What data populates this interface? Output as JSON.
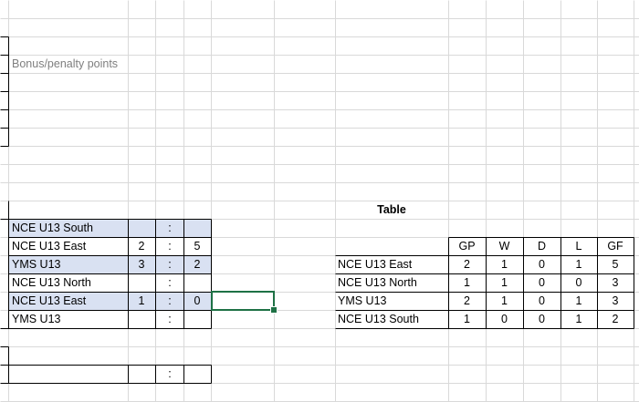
{
  "sheet": {
    "bonus_label": "Bonus/penalty points",
    "colon": ":",
    "schedule": [
      {
        "home": "NCE U13 South",
        "hg": "",
        "ag": "",
        "highlight": true
      },
      {
        "home": "NCE U13 East",
        "hg": "2",
        "ag": "5",
        "highlight": false
      },
      {
        "home": "YMS U13",
        "hg": "3",
        "ag": "2",
        "highlight": true
      },
      {
        "home": "NCE U13 North",
        "hg": "",
        "ag": "",
        "highlight": false
      },
      {
        "home": "NCE U13 East",
        "hg": "1",
        "ag": "0",
        "highlight": true
      },
      {
        "home": "YMS U13",
        "hg": "",
        "ag": "",
        "highlight": false
      }
    ],
    "standings": {
      "title": "Table",
      "headers": [
        "GP",
        "W",
        "D",
        "L",
        "GF"
      ],
      "rows": [
        {
          "team": "NCE U13 East",
          "vals": [
            "2",
            "1",
            "0",
            "1",
            "5"
          ]
        },
        {
          "team": "NCE U13 North",
          "vals": [
            "1",
            "1",
            "0",
            "0",
            "3"
          ]
        },
        {
          "team": "YMS U13",
          "vals": [
            "2",
            "1",
            "0",
            "1",
            "3"
          ]
        },
        {
          "team": "NCE U13 South",
          "vals": [
            "1",
            "0",
            "0",
            "1",
            "2"
          ]
        }
      ]
    },
    "colors": {
      "gridline": "#d9d9d9",
      "highlight_fill": "#d9e1f2",
      "selection": "#1e7145"
    }
  }
}
